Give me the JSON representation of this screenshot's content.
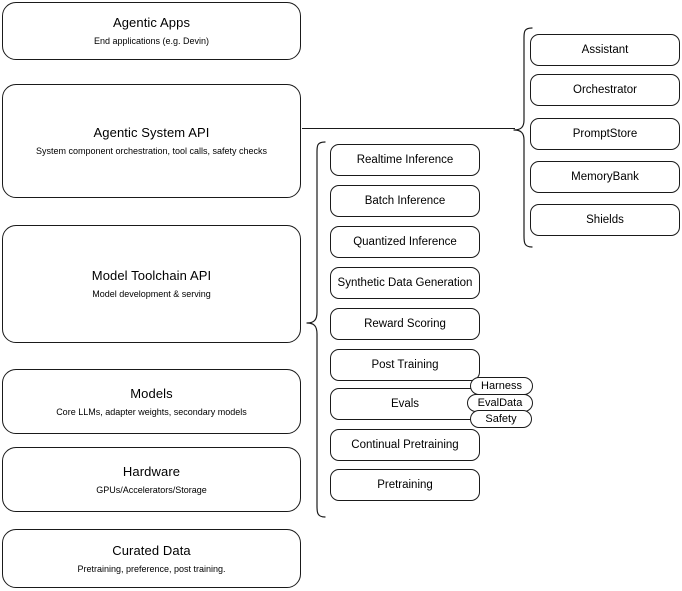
{
  "diagram": {
    "title": "Agentic AI Stack Architecture",
    "colors": {
      "stroke": "#1a1a1a",
      "background": "#ffffff",
      "text": "#000000"
    }
  },
  "stack_layers": [
    {
      "title": "Agentic Apps",
      "subtitle": "End applications (e.g. Devin)"
    },
    {
      "title": "Agentic System API",
      "subtitle": "System component orchestration, tool calls, safety checks"
    },
    {
      "title": "Model Toolchain API",
      "subtitle": "Model development & serving"
    },
    {
      "title": "Models",
      "subtitle": "Core LLMs, adapter weights, secondary models"
    },
    {
      "title": "Hardware",
      "subtitle": "GPUs/Accelerators/Storage"
    },
    {
      "title": "Curated Data",
      "subtitle": "Pretraining, preference, post training."
    }
  ],
  "toolchain_components": [
    {
      "label": "Realtime Inference"
    },
    {
      "label": "Batch Inference"
    },
    {
      "label": "Quantized Inference"
    },
    {
      "label": "Synthetic Data Generation"
    },
    {
      "label": "Reward Scoring"
    },
    {
      "label": "Post Training"
    },
    {
      "label": "Evals"
    },
    {
      "label": "Continual Pretraining"
    },
    {
      "label": "Pretraining"
    }
  ],
  "evals_subcomponents": [
    {
      "label": "Harness"
    },
    {
      "label": "EvalData"
    },
    {
      "label": "Safety"
    }
  ],
  "system_components": [
    {
      "label": "Assistant"
    },
    {
      "label": "Orchestrator"
    },
    {
      "label": "PromptStore"
    },
    {
      "label": "MemoryBank"
    },
    {
      "label": "Shields"
    }
  ]
}
